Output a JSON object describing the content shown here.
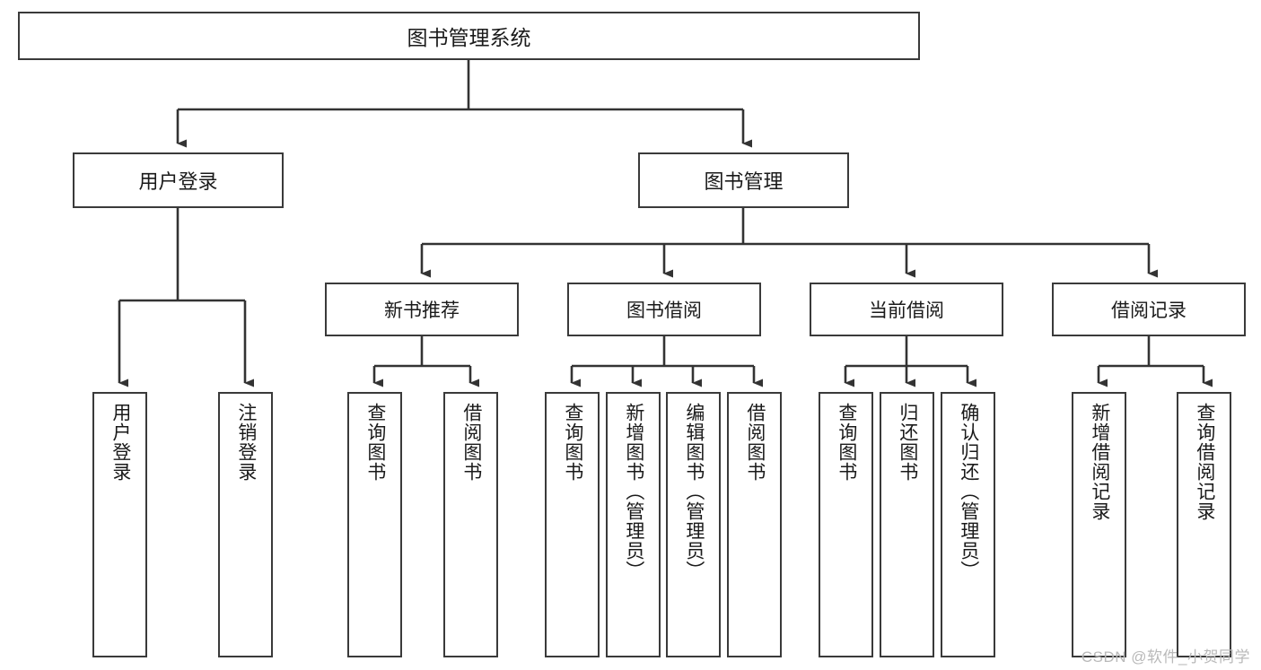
{
  "diagram": {
    "type": "tree",
    "title": "图书管理系统",
    "orientation": "top-down",
    "colors": {
      "box_border": "#3a3a3a",
      "box_fill": "#ffffff",
      "connector": "#333333",
      "text": "#1a1a1a",
      "watermark": "#b9b9b9",
      "background": "#ffffff"
    },
    "root": {
      "label": "图书管理系统"
    },
    "level1": [
      {
        "label": "用户登录"
      },
      {
        "label": "图书管理"
      }
    ],
    "level2": [
      {
        "label": "新书推荐"
      },
      {
        "label": "图书借阅"
      },
      {
        "label": "当前借阅"
      },
      {
        "label": "借阅记录"
      }
    ],
    "leaves": {
      "user_login": [
        {
          "label": "用户登录"
        },
        {
          "label": "注销登录"
        }
      ],
      "new_book_recommend": [
        {
          "label": "查询图书"
        },
        {
          "label": "借阅图书"
        }
      ],
      "book_borrow": [
        {
          "label": "查询图书"
        },
        {
          "label": "新增图书（管理员）"
        },
        {
          "label": "编辑图书（管理员）"
        },
        {
          "label": "借阅图书"
        }
      ],
      "current_borrow": [
        {
          "label": "查询图书"
        },
        {
          "label": "归还图书"
        },
        {
          "label": "确认归还（管理员）"
        }
      ],
      "borrow_record": [
        {
          "label": "新增借阅记录"
        },
        {
          "label": "查询借阅记录"
        }
      ]
    }
  },
  "watermark": {
    "text": "CSDN @软件_小贺同学"
  }
}
